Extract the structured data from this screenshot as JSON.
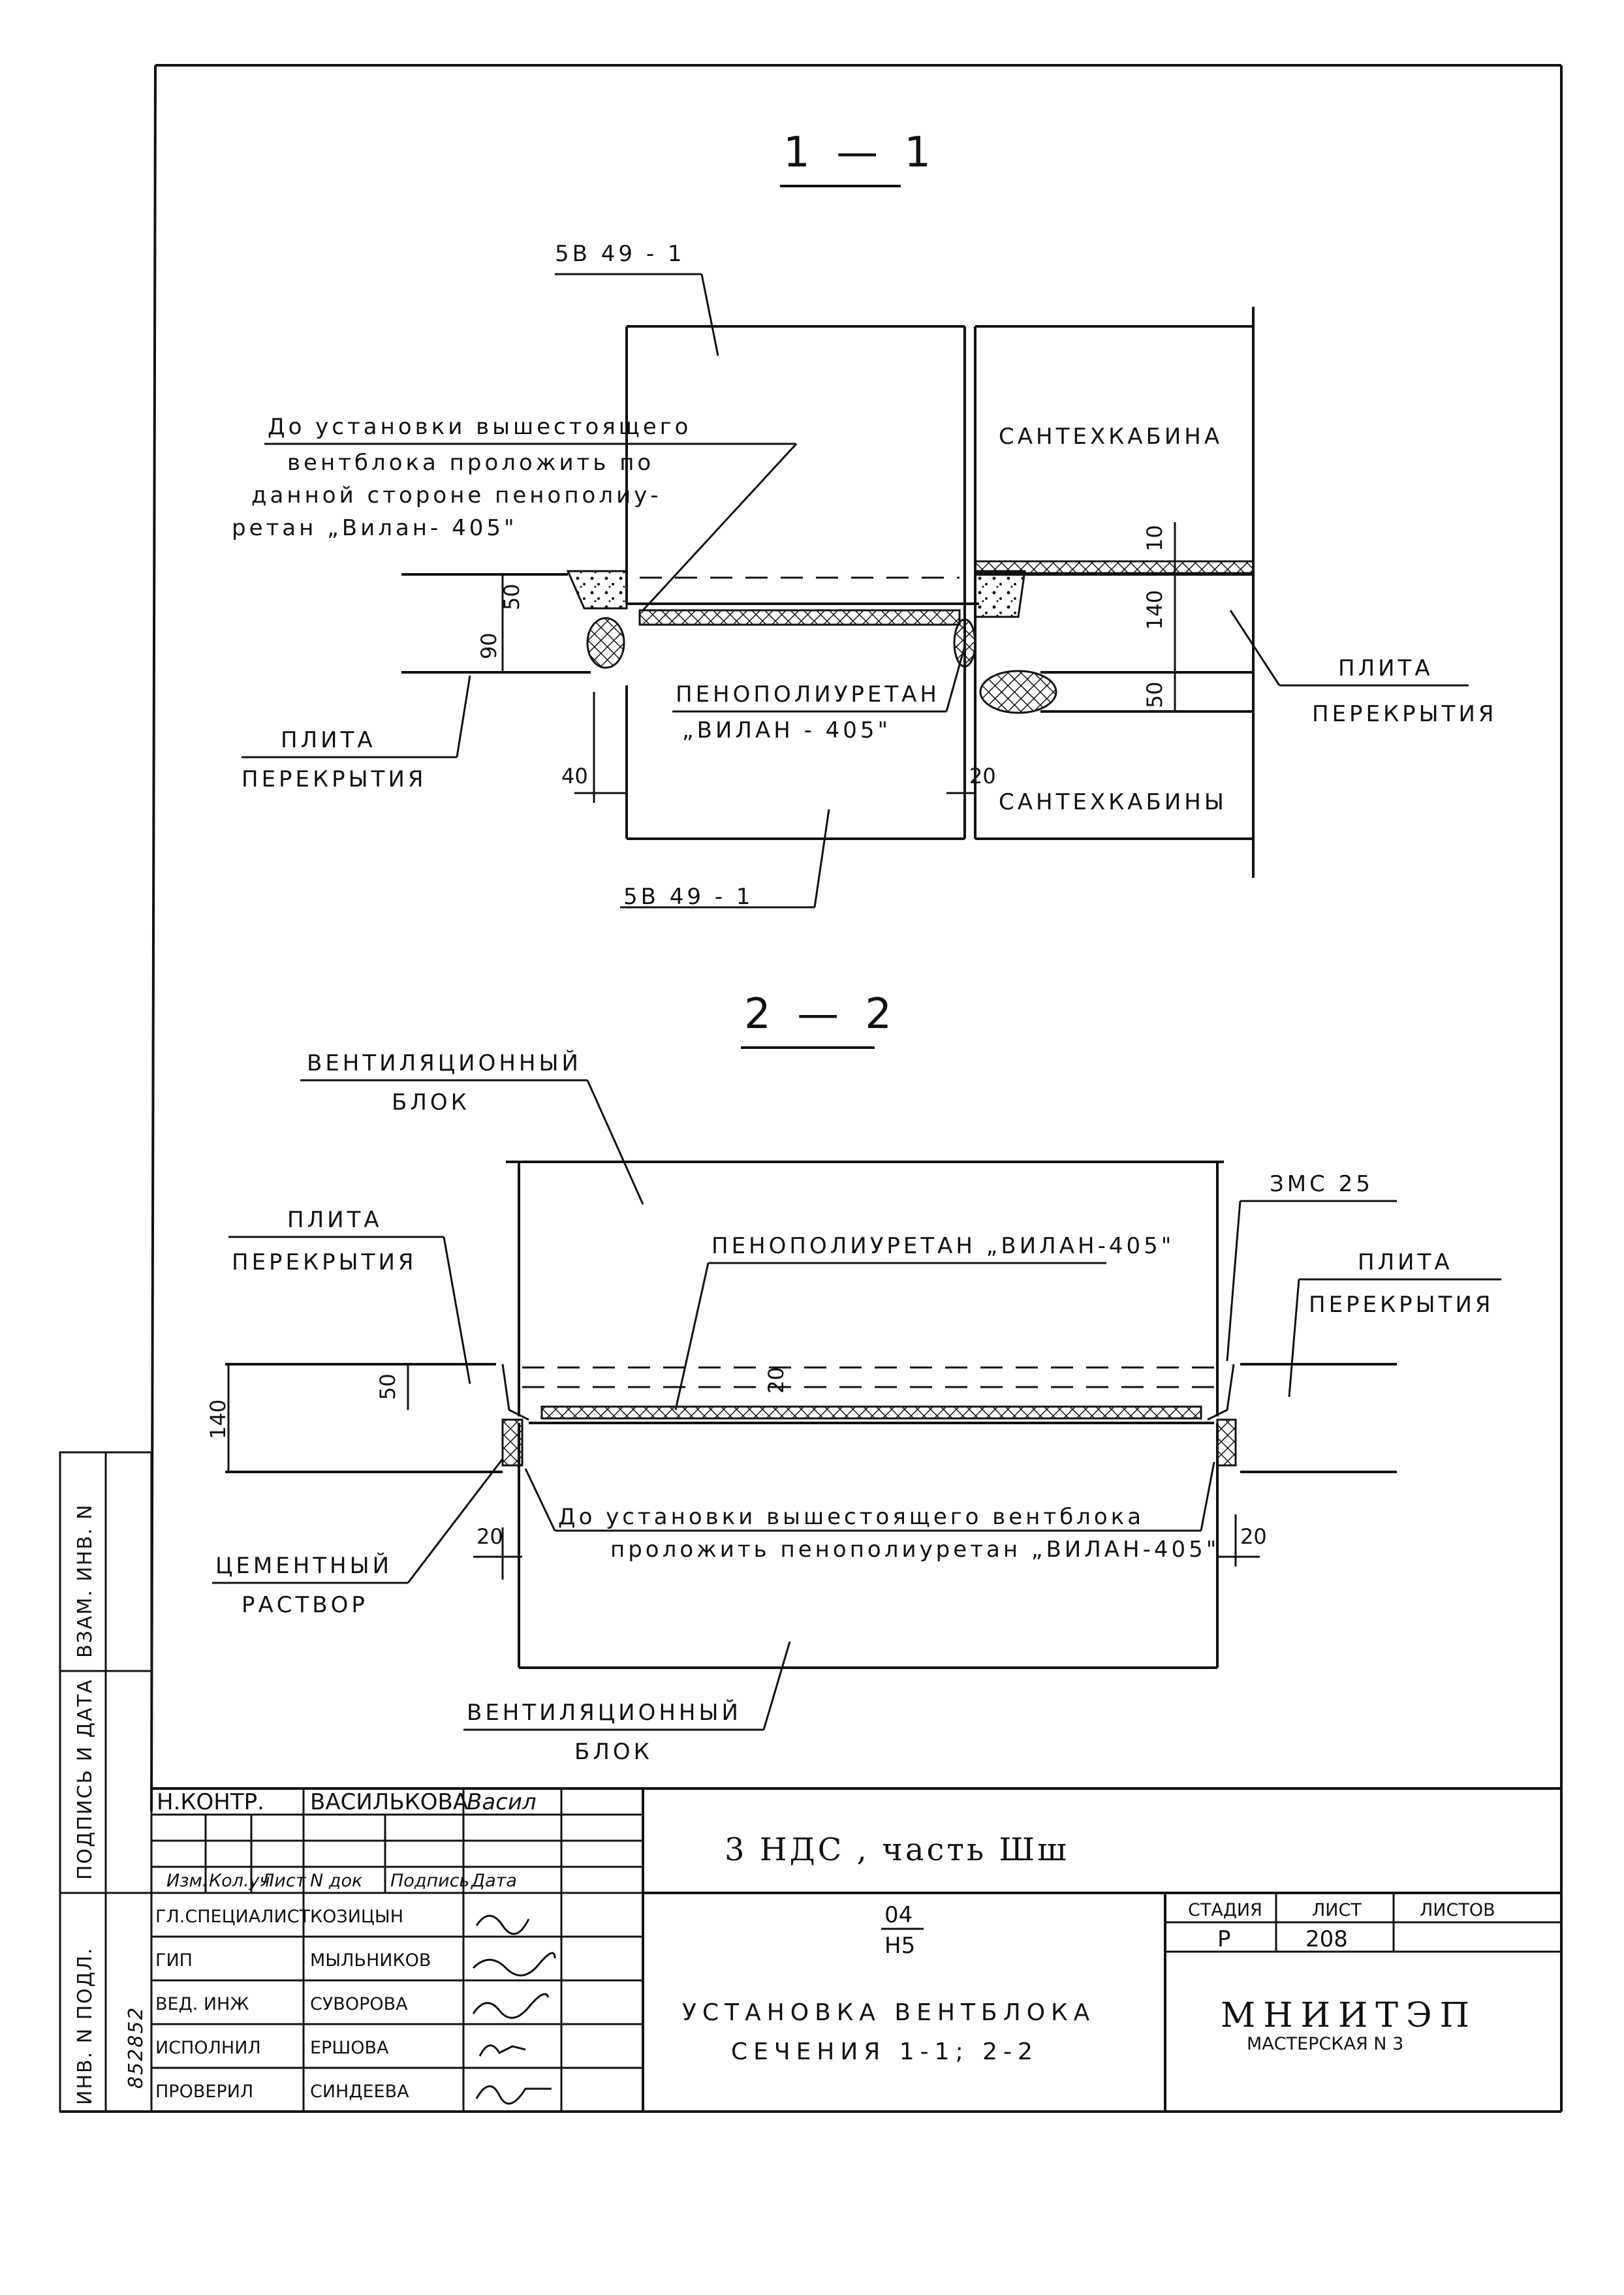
{
  "section_1": {
    "title": "1 — 1",
    "block_top": "5В 49 - 1",
    "block_bottom": "5В 49 - 1",
    "note_lines": [
      "До установки вышестоящего",
      "вентблока проложить по",
      "данной стороне пенополиу-",
      "ретан „Вилан- 405\""
    ],
    "cabin_top": "САНТЕХКАБИНА",
    "cabin_bottom": "САНТЕХКАБИНЫ",
    "slab_left": [
      "ПЛИТА",
      "ПЕРЕКРЫТИЯ"
    ],
    "slab_right": [
      "ПЛИТА",
      "ПЕРЕКРЫТИЯ"
    ],
    "foam_lines": [
      "ПЕНОПОЛИУРЕТАН",
      "„ВИЛАН - 405\""
    ],
    "dims": {
      "d50": "50",
      "d90": "90",
      "d10": "10",
      "d140": "140",
      "d50r": "50",
      "d40": "40",
      "d20": "20"
    }
  },
  "section_2": {
    "title": "2 — 2",
    "block_top": [
      "ВЕНТИЛЯЦИОННЫЙ",
      "БЛОК"
    ],
    "block_bottom": [
      "ВЕНТИЛЯЦИОННЫЙ",
      "БЛОК"
    ],
    "slab_left": [
      "ПЛИТА",
      "ПЕРЕКРЫТИЯ"
    ],
    "slab_right": [
      "ПЛИТА",
      "ПЕРЕКРЫТИЯ"
    ],
    "foam": "ПЕНОПОЛИУРЕТАН „ВИЛАН-405\"",
    "zms": "ЗМС 25",
    "mortar": [
      "ЦЕМЕНТНЫЙ",
      "РАСТВОР"
    ],
    "note_lines": [
      "До установки вышестоящего вентблока",
      "проложить пенополиуретан „ВИЛАН-405\""
    ],
    "dims": {
      "d140": "140",
      "d50": "50",
      "d20mid": "20",
      "d20l": "20",
      "d20r": "20"
    }
  },
  "side_stamp": {
    "inv_podl": "ИНВ. N ПОДЛ.",
    "podpis": "ПОДПИСЬ И ДАТА",
    "vzam": "ВЗАМ. ИНВ. N",
    "inv_number": "852852"
  },
  "title_block": {
    "control": {
      "role": "Н.КОНТР.",
      "name": "ВАСИЛЬКОВА",
      "sign": "Васил"
    },
    "headers": [
      "Изм.",
      "Кол.уч",
      "Лист",
      "N док",
      "Подпись",
      "Дата"
    ],
    "staff": [
      {
        "role": "ГЛ.СПЕЦИАЛИСТ",
        "name": "КОЗИЦЫН"
      },
      {
        "role": "ГИП",
        "name": "МЫЛЬНИКОВ"
      },
      {
        "role": "ВЕД. ИНЖ",
        "name": "СУВОРОВА"
      },
      {
        "role": "ИСПОЛНИЛ",
        "name": "ЕРШОВА"
      },
      {
        "role": "ПРОВЕРИЛ",
        "name": "СИНДЕЕВА"
      }
    ],
    "project": "3 НДС , часть Шш",
    "code_num": "04",
    "code_den": "Н5",
    "title_1": "УСТАНОВКА ВЕНТБЛОКА",
    "title_2": "СЕЧЕНИЯ 1-1; 2-2",
    "stage_label": "СТАДИЯ",
    "sheet_label": "ЛИСТ",
    "sheets_label": "ЛИСТОВ",
    "stage": "Р",
    "sheet": "208",
    "sheets": "",
    "org": "МНИИТЭП",
    "workshop": "МАСТЕРСКАЯ N 3"
  }
}
